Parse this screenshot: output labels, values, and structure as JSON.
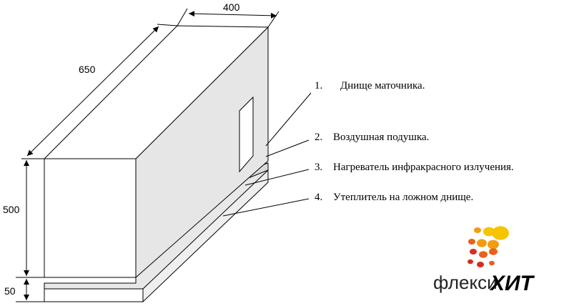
{
  "dimensions": {
    "width": "400",
    "length": "650",
    "height": "500",
    "base": "50"
  },
  "callouts": [
    {
      "num": "1.",
      "text": "Днище маточника."
    },
    {
      "num": "2.",
      "text": "Воздушная подушка."
    },
    {
      "num": "3.",
      "text": "Нагреватель инфракрасного излучения."
    },
    {
      "num": "4.",
      "text": "Утеплитель  на ложном днище."
    }
  ],
  "logo": {
    "part1": "флекси",
    "part2": "ХИТ",
    "colors": [
      "#f7c400",
      "#f39c12",
      "#e8601c",
      "#d62d20"
    ]
  }
}
